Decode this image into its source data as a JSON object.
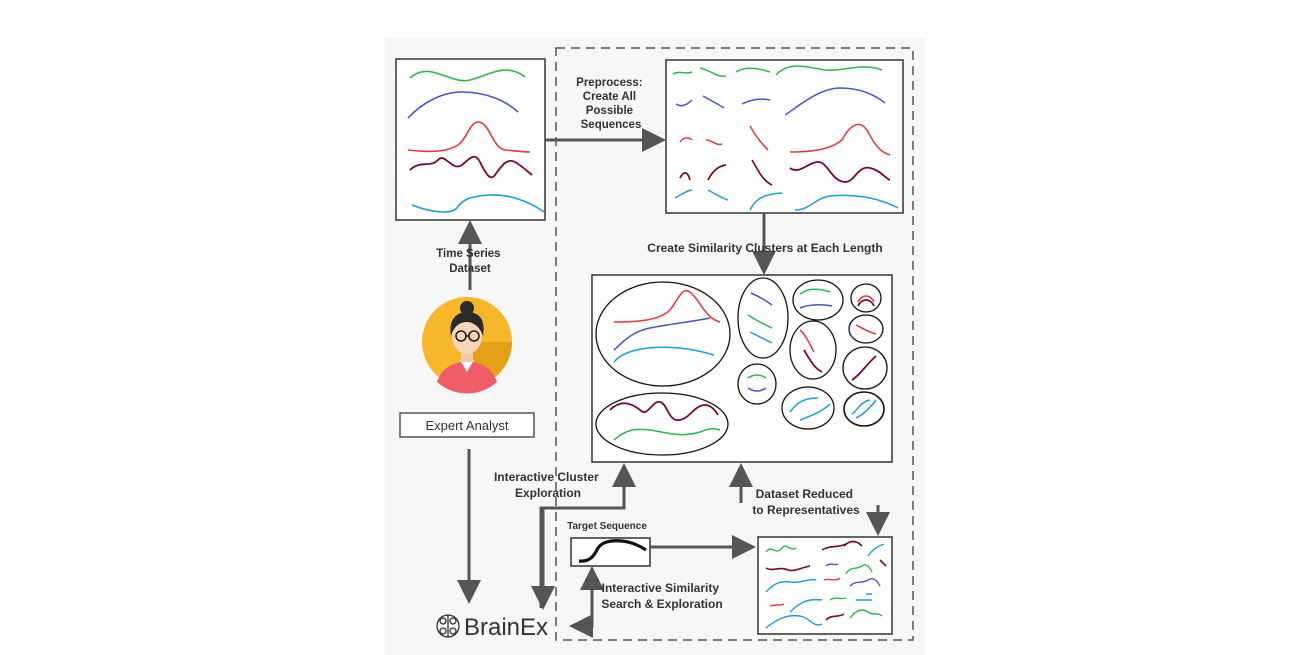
{
  "labels": {
    "preprocess": [
      "Preprocess:",
      "Create All",
      "Possible",
      "Sequences"
    ],
    "create_clusters": "Create Similarity Clusters at Each Length",
    "time_series_dataset": [
      "Time Series",
      "Dataset"
    ],
    "expert_analyst": "Expert Analyst",
    "interactive_cluster": [
      "Interactive Cluster",
      "Exploration"
    ],
    "dataset_reduced": [
      "Dataset Reduced",
      "to Representatives"
    ],
    "target_sequence": "Target Sequence",
    "interactive_similarity": [
      "Interactive Similarity",
      "Search & Exploration"
    ],
    "brand": "BrainEx"
  },
  "colors": {
    "green": "#2db84d",
    "blue": "#4a55c8",
    "red": "#e0393d",
    "dark_red": "#7a0a1e",
    "cyan": "#1c9fd6",
    "arrow": "#555555",
    "avatar_bg": "#f6b82a"
  },
  "icons": {
    "avatar": "expert-analyst-avatar-icon",
    "brain": "brain-logo-icon"
  }
}
